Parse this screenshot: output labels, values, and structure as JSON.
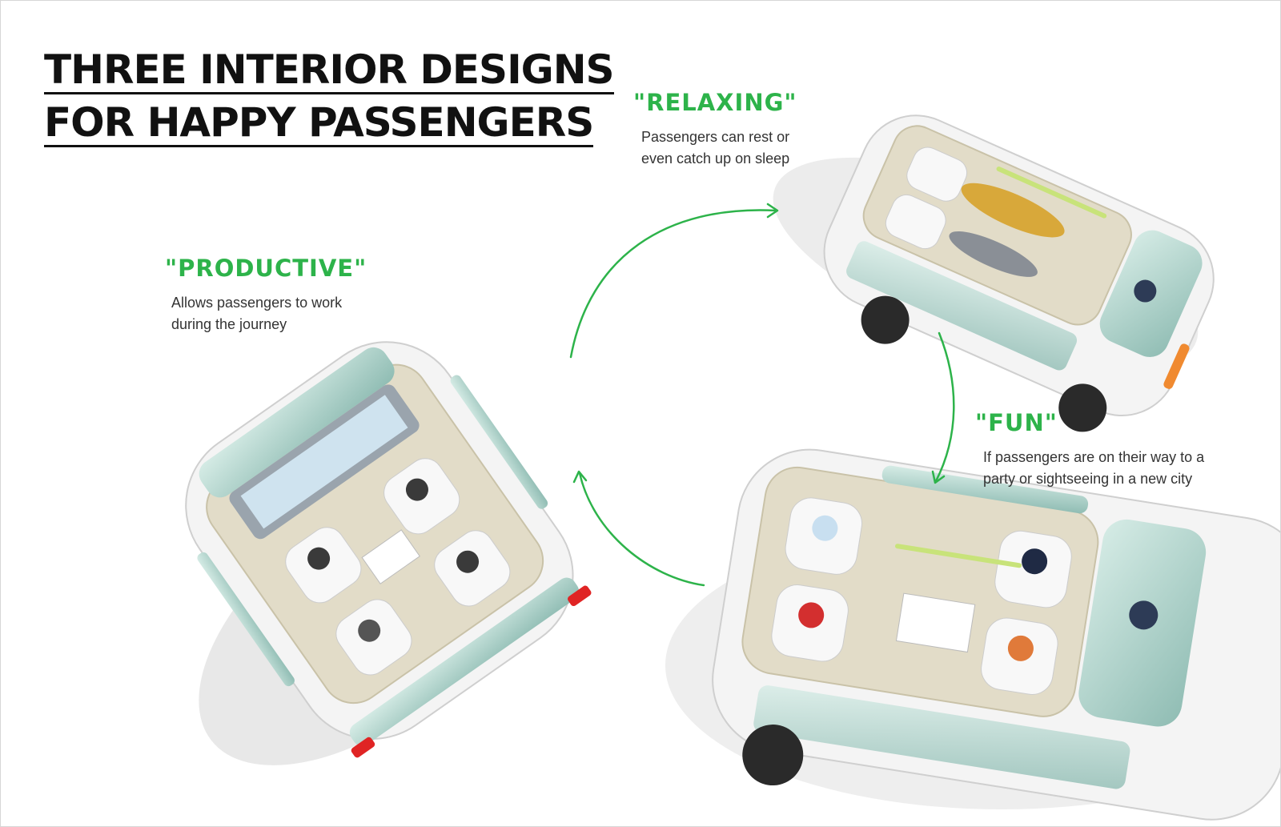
{
  "title": {
    "line1": "THREE INTERIOR DESIGNS",
    "line2": "FOR HAPPY PASSENGERS"
  },
  "accent_color": "#2db34a",
  "modes": {
    "relaxing": {
      "heading": "\"RELAXING\"",
      "desc_line1": "Passengers can rest or",
      "desc_line2": "even catch up on sleep"
    },
    "productive": {
      "heading": "\"PRODUCTIVE\"",
      "desc_line1": "Allows passengers to work",
      "desc_line2": "during the journey"
    },
    "fun": {
      "heading": "\"FUN\"",
      "desc_line1": "If passengers are on their way to a",
      "desc_line2": "party or sightseeing in a new city"
    }
  },
  "illustrations": [
    "car-interior-productive",
    "car-interior-relaxing",
    "car-interior-fun"
  ]
}
